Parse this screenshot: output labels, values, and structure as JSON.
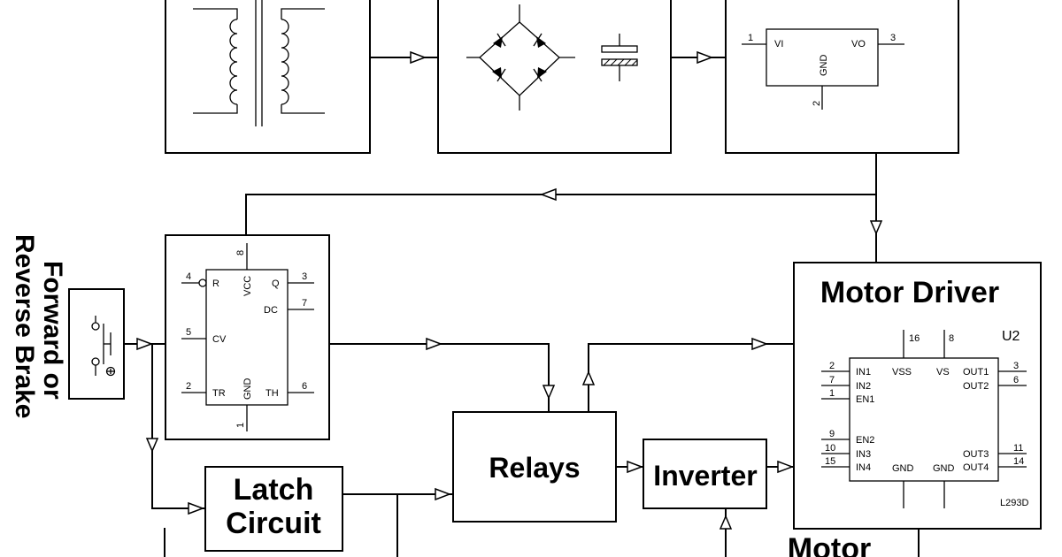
{
  "blocks": {
    "motor_driver": {
      "title": "Motor Driver",
      "ref": "U2",
      "part": "L293D"
    },
    "relays": {
      "title": "Relays"
    },
    "inverter": {
      "title": "Inverter"
    },
    "latch": {
      "title_line1": "Latch",
      "title_line2": "Circuit"
    },
    "motor": {
      "title": "Motor"
    },
    "switch": {
      "label_line1": "Forward or",
      "label_line2": "Reverse Brake"
    }
  },
  "regulator": {
    "pin_in": "VI",
    "pin_out": "VO",
    "pin_gnd": "GND",
    "num_in": "1",
    "num_out": "3",
    "num_gnd": "2"
  },
  "timer555": {
    "pins": {
      "r": "R",
      "cv": "CV",
      "tr": "TR",
      "vcc": "VCC",
      "gnd": "GND",
      "q": "Q",
      "dc": "DC",
      "th": "TH"
    },
    "nums": {
      "r": "4",
      "cv": "5",
      "tr": "2",
      "vcc": "8",
      "gnd": "1",
      "q": "3",
      "dc": "7",
      "th": "6"
    }
  },
  "l293d": {
    "left_pins": [
      {
        "num": "2",
        "name": "IN1"
      },
      {
        "num": "7",
        "name": "IN2"
      },
      {
        "num": "1",
        "name": "EN1"
      },
      {
        "num": "9",
        "name": "EN2"
      },
      {
        "num": "10",
        "name": "IN3"
      },
      {
        "num": "15",
        "name": "IN4"
      }
    ],
    "right_pins": [
      {
        "num": "3",
        "name": "OUT1"
      },
      {
        "num": "6",
        "name": "OUT2"
      },
      {
        "num": "11",
        "name": "OUT3"
      },
      {
        "num": "14",
        "name": "OUT4"
      }
    ],
    "top_pins": [
      {
        "num": "16",
        "name": "VSS"
      },
      {
        "num": "8",
        "name": "VS"
      }
    ],
    "bottom_names": [
      "GND",
      "GND"
    ]
  }
}
